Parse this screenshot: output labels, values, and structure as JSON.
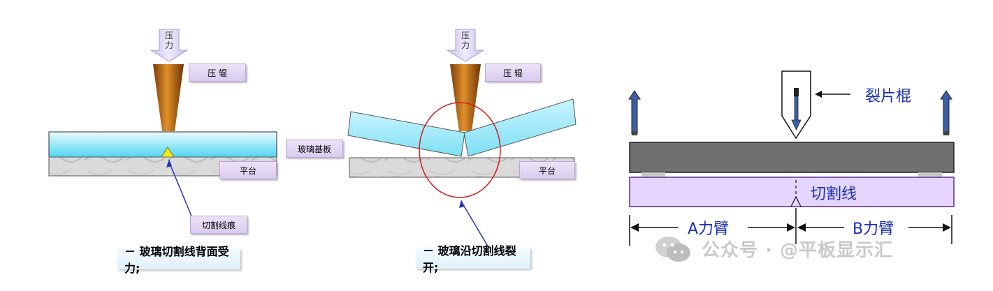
{
  "left_panel": {
    "pressure": "压力",
    "roller_label": "压 辊",
    "substrate_label": "玻璃基板",
    "platform_label": "平台",
    "scribe_label": "切割线痕",
    "caption": "－ 玻璃切割线背面受力;"
  },
  "middle_panel": {
    "pressure": "压力",
    "roller_label": "压 辊",
    "platform_label": "平台",
    "caption": "－ 玻璃沿切割线裂开;"
  },
  "right_panel": {
    "breaking_bar_label": "裂片棍",
    "cut_line_label": "切割线",
    "arm_a_label": "A力臂",
    "arm_b_label": "B力臂"
  },
  "watermark": "公众号 · @平板显示汇",
  "colors": {
    "glass_top": "#e9fbff",
    "glass_bottom": "#55d8f2",
    "roller": "#c8741c",
    "platform": "#d8d8d8",
    "cut_arrow": "#2633b8",
    "circle": "#d61a1a",
    "dark_bar": "#707070",
    "lavender_bar": "#e4d6ff",
    "blue_arrow": "#3b5ea8"
  }
}
